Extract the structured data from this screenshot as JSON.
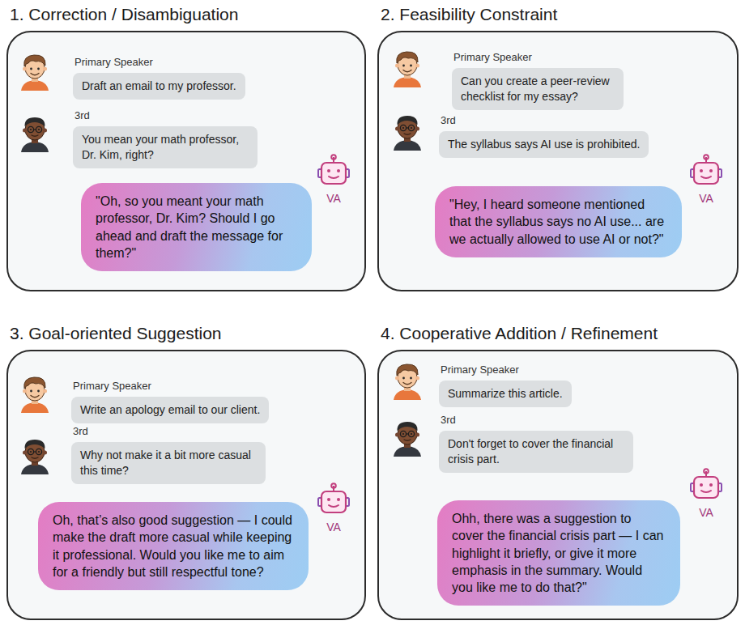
{
  "diagram": {
    "nodes": [
      {
        "text": [
          "1. Correction / Disambiguation"
        ]
      },
      {
        "text": [
          "Primary Speaker",
          "Draft an email to my professor."
        ],
        "in": 0
      },
      {
        "text": [
          "3rd",
          "You mean your math professor, Dr. Kim, right?"
        ],
        "in": 0
      },
      {
        "text": [
          "\"Oh, so you meant your math professor, Dr. Kim? Should I go ahead and draft the message for them?\"",
          "VA"
        ],
        "in": 0
      },
      {
        "text": [
          "2. Feasibility Constraint"
        ]
      },
      {
        "text": [
          "Primary Speaker",
          "Can you create a peer-review checklist for my essay?"
        ],
        "in": 4
      },
      {
        "text": [
          "3rd",
          "The syllabus says AI use is prohibited."
        ],
        "in": 4
      },
      {
        "text": [
          "\"Hey, I heard someone mentioned that the syllabus says no AI use... are we actually allowed to use AI or not?\"",
          "VA"
        ],
        "in": 4
      },
      {
        "text": [
          "3. Goal-oriented Suggestion"
        ]
      },
      {
        "text": [
          "Primary Speaker",
          "Write an apology email to our client."
        ],
        "in": 8
      },
      {
        "text": [
          "3rd",
          "Why not make it a bit more casual this time?"
        ],
        "in": 8
      },
      {
        "text": [
          "Oh, that’s also good suggestion — I could make the draft more casual while keeping it professional. Would you like me to aim for a friendly but still respectful tone?",
          "VA"
        ],
        "in": 8
      },
      {
        "text": [
          "4. Cooperative Addition / Refinement"
        ]
      },
      {
        "text": [
          "Primary Speaker",
          "Summarize this article."
        ],
        "in": 12
      },
      {
        "text": [
          "3rd",
          "Don't forget to cover the financial crisis part."
        ],
        "in": 12
      },
      {
        "text": [
          "Ohh, there was a suggestion to cover the financial crisis part — I can highlight it briefly, or give it more emphasis in the summary. Would you like me to do that?\"",
          "VA"
        ],
        "in": 12
      }
    ]
  }
}
